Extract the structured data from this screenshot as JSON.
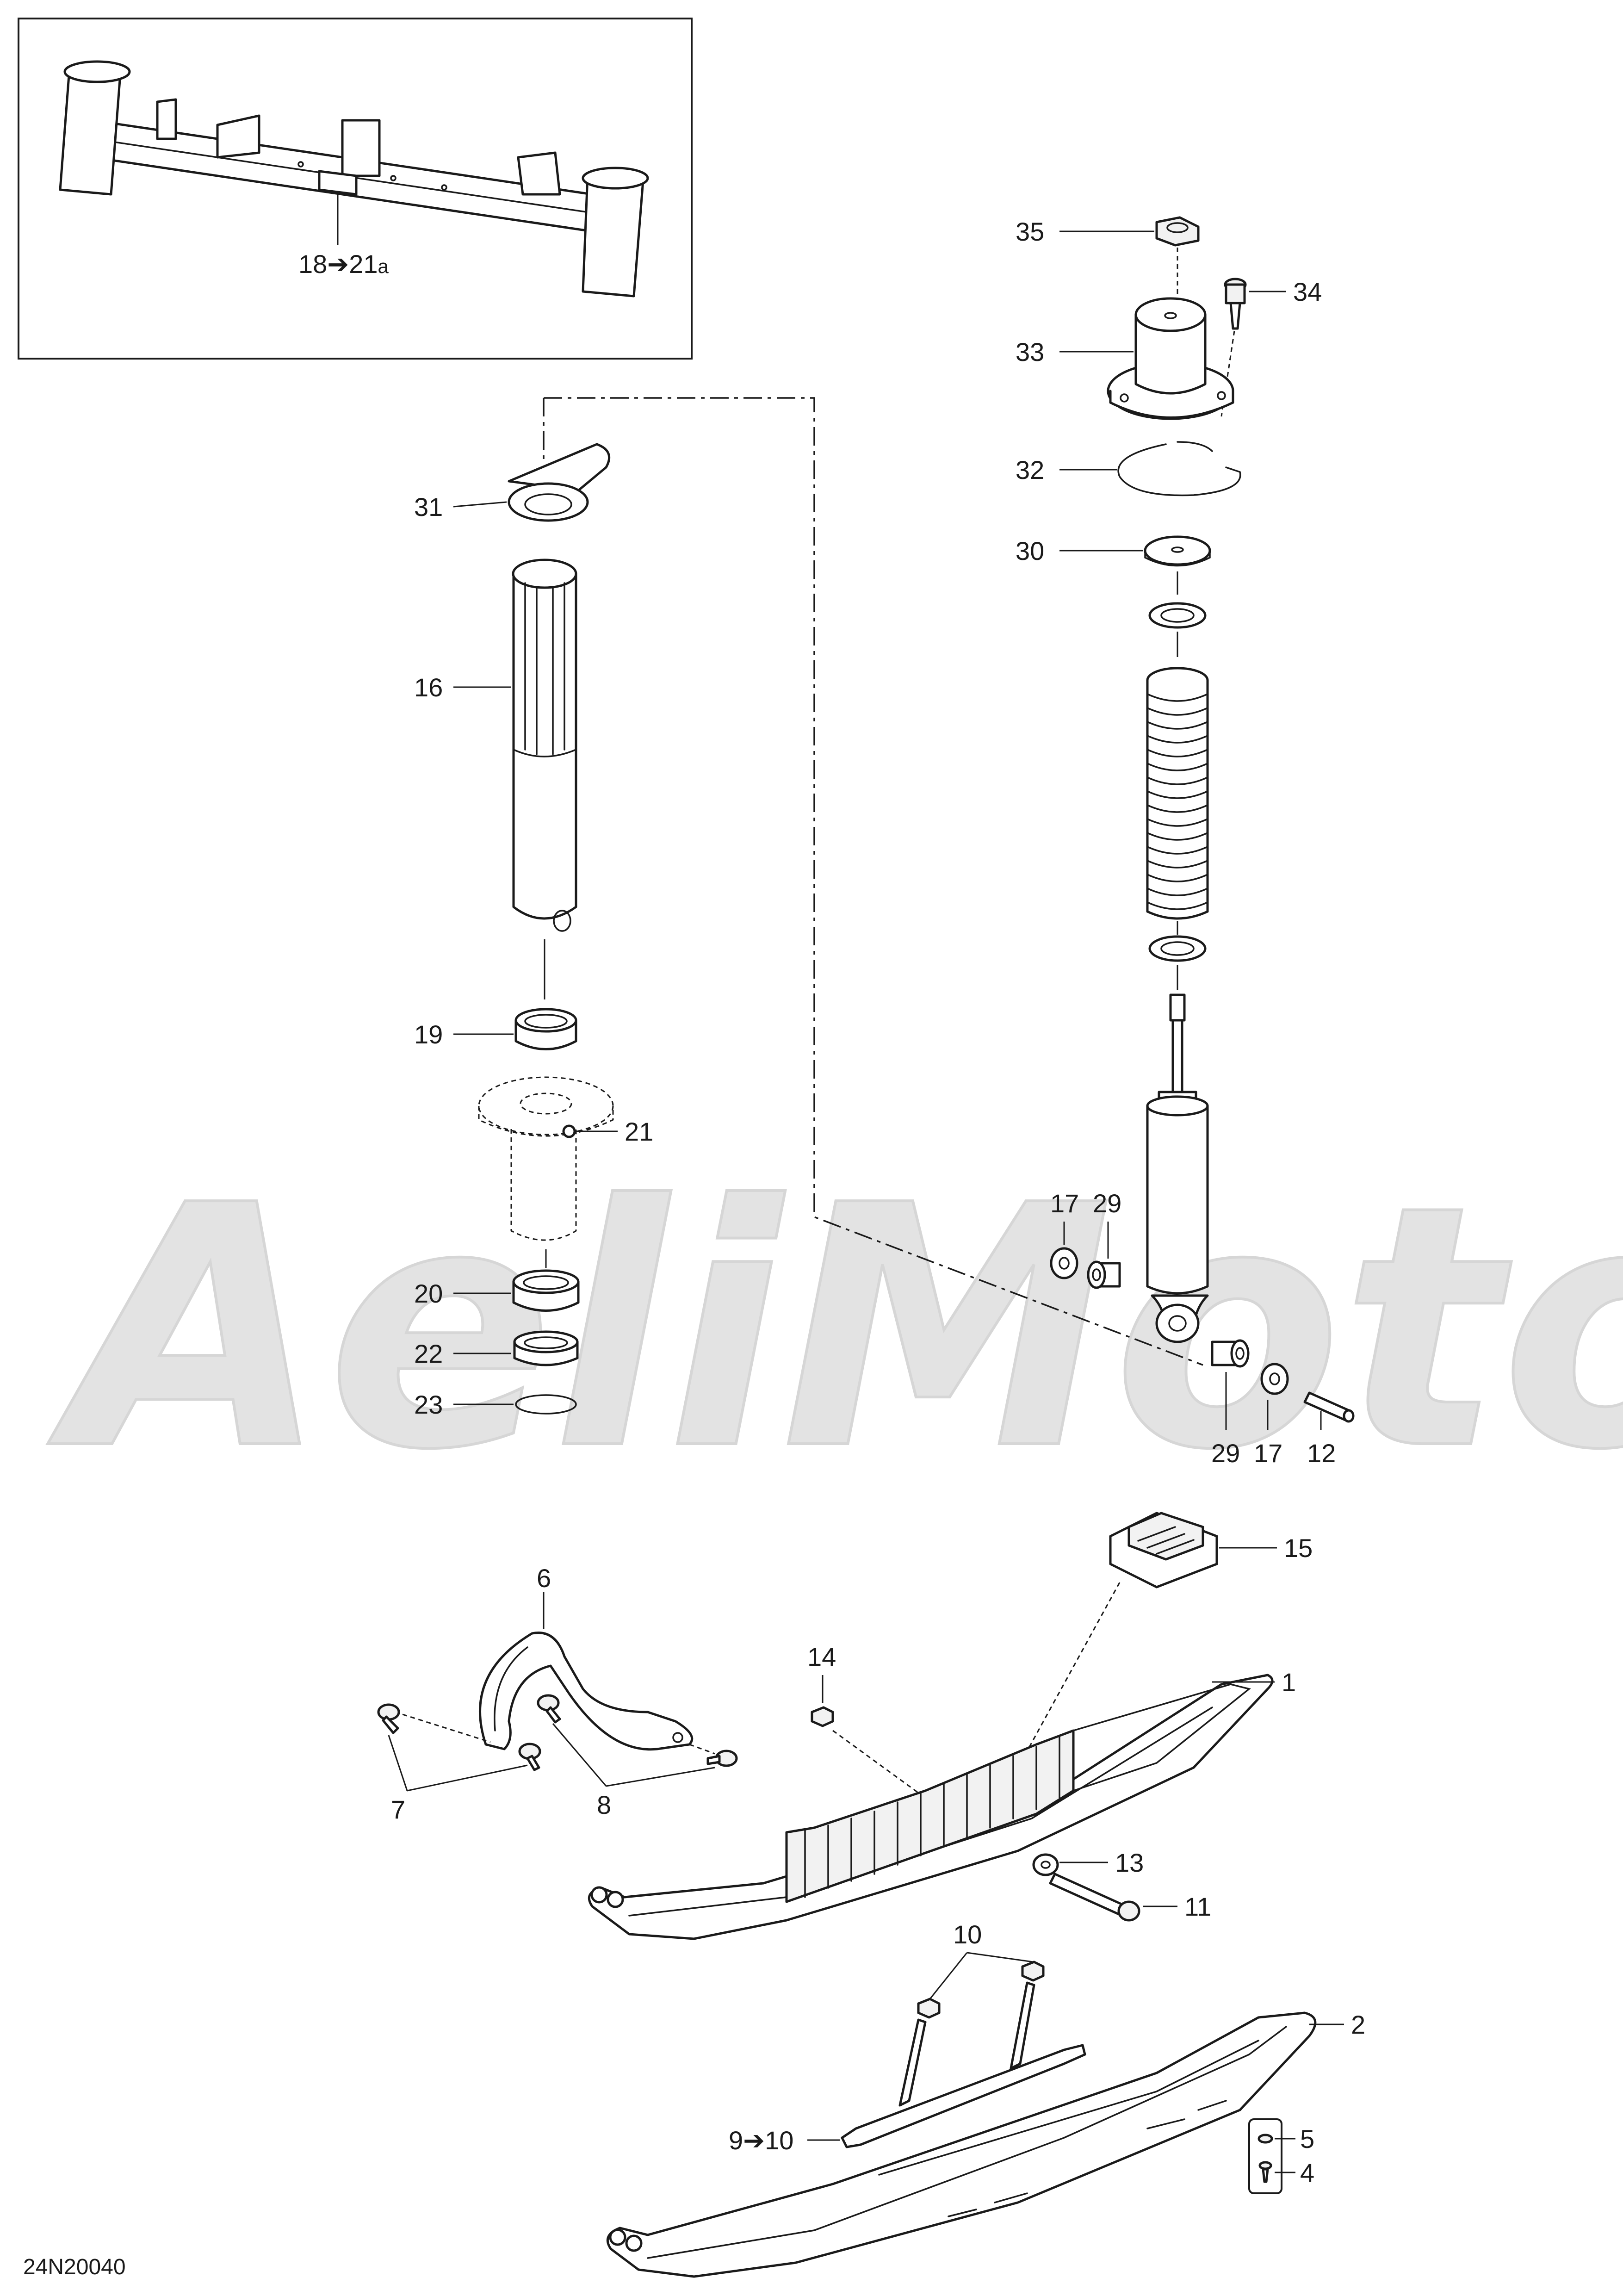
{
  "drawing_code": "24N20040",
  "inset_label": {
    "from": "18",
    "arrow": "➔",
    "to": "21",
    "suffix": "a"
  },
  "watermark": "AeliMoto",
  "callouts": {
    "c35": "35",
    "c34": "34",
    "c33": "33",
    "c32": "32",
    "c30": "30",
    "c31": "31",
    "c16": "16",
    "c19": "19",
    "c21": "21",
    "c20": "20",
    "c22": "22",
    "c23": "23",
    "c17a": "17",
    "c29a": "29",
    "c29b": "29",
    "c17b": "17",
    "c12": "12",
    "c15": "15",
    "c6": "6",
    "c14": "14",
    "c1": "1",
    "c7": "7",
    "c8": "8",
    "c13": "13",
    "c11": "11",
    "c10": "10",
    "c2": "2",
    "c9_10": "9➔10",
    "c5": "5",
    "c4": "4"
  }
}
